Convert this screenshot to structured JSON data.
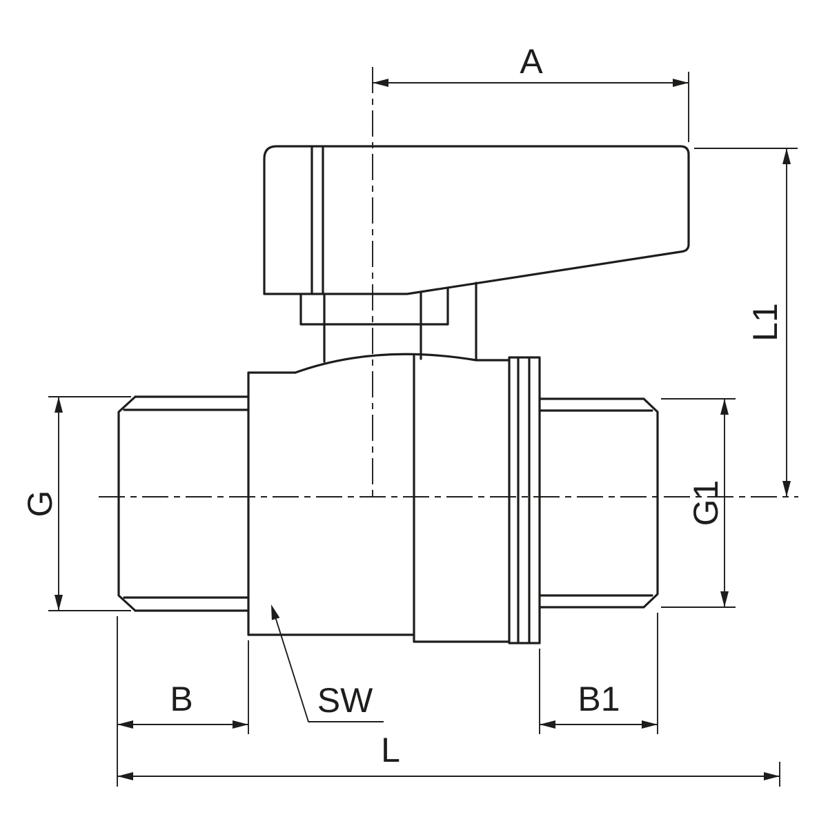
{
  "drawing": {
    "subject": "ball valve with lever handle and two male threaded ends, side view technical drawing",
    "background_color": "#ffffff",
    "line_color": "#1d1d1b",
    "dimension_labels": {
      "a": "A",
      "l1": "L1",
      "g": "G",
      "g1": "G1",
      "b": "B",
      "b1": "B1",
      "l": "L",
      "sw": "SW"
    }
  }
}
